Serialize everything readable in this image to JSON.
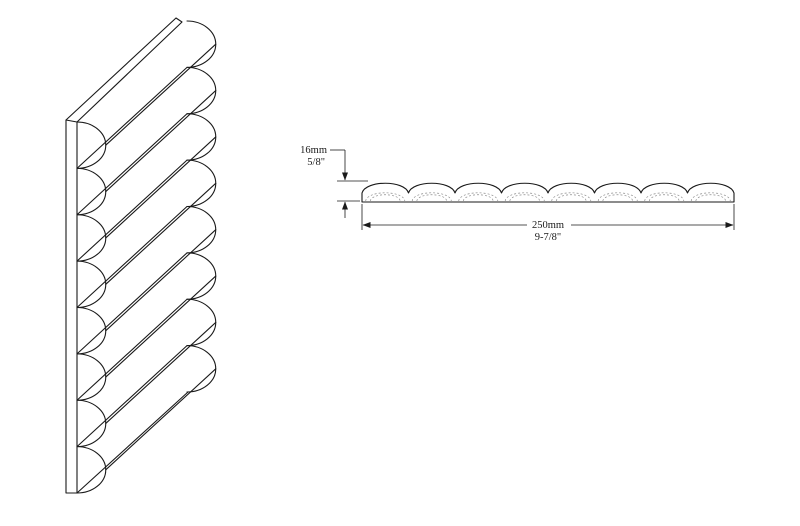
{
  "panel": {
    "flute_count": 8
  },
  "dimensions": {
    "thickness_metric": "16mm",
    "thickness_imperial": "5/8\"",
    "width_metric": "250mm",
    "width_imperial": "9-7/8\""
  },
  "colors": {
    "line": "#1a1a1a",
    "hidden_line": "#8a8a8a",
    "background": "#ffffff"
  }
}
